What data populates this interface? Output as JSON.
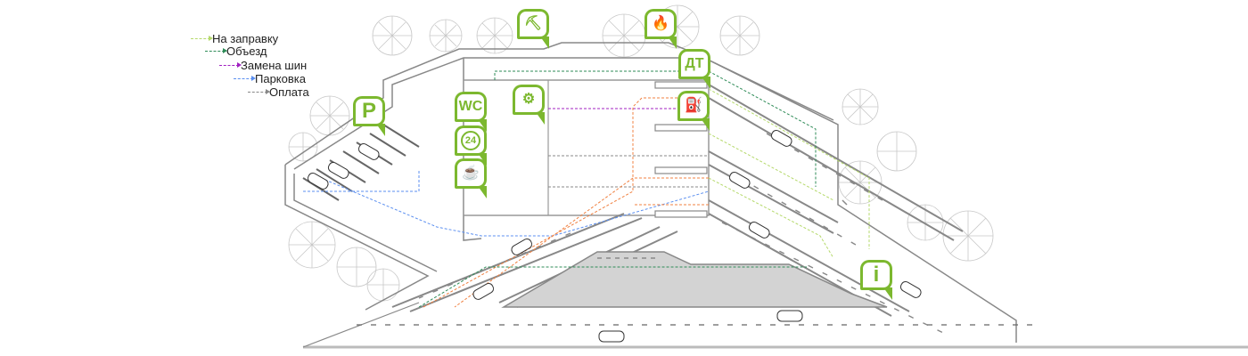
{
  "legend": {
    "items": [
      {
        "label": "На заправку",
        "color": "#b5d96b"
      },
      {
        "label": "Объезд",
        "color": "#2e8b57"
      },
      {
        "label": "Замена шин",
        "color": "#a020c0"
      },
      {
        "label": "Парковка",
        "color": "#5b8ff0"
      },
      {
        "label": "Оплата",
        "color": "#888888"
      }
    ]
  },
  "pins": {
    "parking": {
      "label": "P",
      "icon": "parking-icon"
    },
    "wc": {
      "label": "WC",
      "icon": "wc-icon"
    },
    "open24": {
      "label": "24",
      "icon": "24-hours-icon"
    },
    "cafe": {
      "label": "☕",
      "icon": "coffee-cup-icon"
    },
    "tire": {
      "label": "⚙",
      "icon": "tire-change-icon"
    },
    "carwash": {
      "label": "⛏",
      "icon": "car-wash-icon"
    },
    "fire": {
      "label": "🔥",
      "icon": "fire-extinguisher-icon"
    },
    "diesel": {
      "label": "ДТ",
      "icon": "diesel-icon"
    },
    "fuel": {
      "label": "⛽",
      "icon": "fuel-pump-icon"
    },
    "info": {
      "label": "i",
      "icon": "info-icon"
    }
  },
  "colors": {
    "accent": "#7cb82f",
    "road": "#888888",
    "building": "#d3d3d3",
    "fuel_route": "#b5d96b",
    "bypass_route": "#2e8b57",
    "tire_route": "#a020c0",
    "parking_route": "#5b8ff0",
    "payment_route": "#888888",
    "exit_route": "#f08040"
  }
}
